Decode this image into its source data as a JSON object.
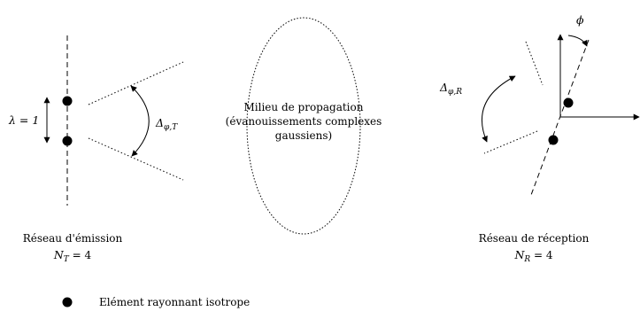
{
  "diagram": {
    "tx": {
      "wavelength_label": "λ = 1",
      "angle_symbol": "Δ",
      "angle_subscript": "φ,T",
      "caption_line1": "Réseau d'émission",
      "caption_symbol": "N",
      "caption_subscript": "T",
      "caption_value": " = 4"
    },
    "medium": {
      "line1": "Milieu de propagation",
      "line2": "(évanouissements complexes",
      "line3": "gaussiens)"
    },
    "rx": {
      "orientation_symbol": "ϕ",
      "angle_symbol": "Δ",
      "angle_subscript": "φ,R",
      "caption_line1": "Réseau de réception",
      "caption_symbol": "N",
      "caption_subscript": "R",
      "caption_value": " = 4"
    },
    "legend": {
      "element_label": "Elément rayonnant isotrope"
    }
  }
}
